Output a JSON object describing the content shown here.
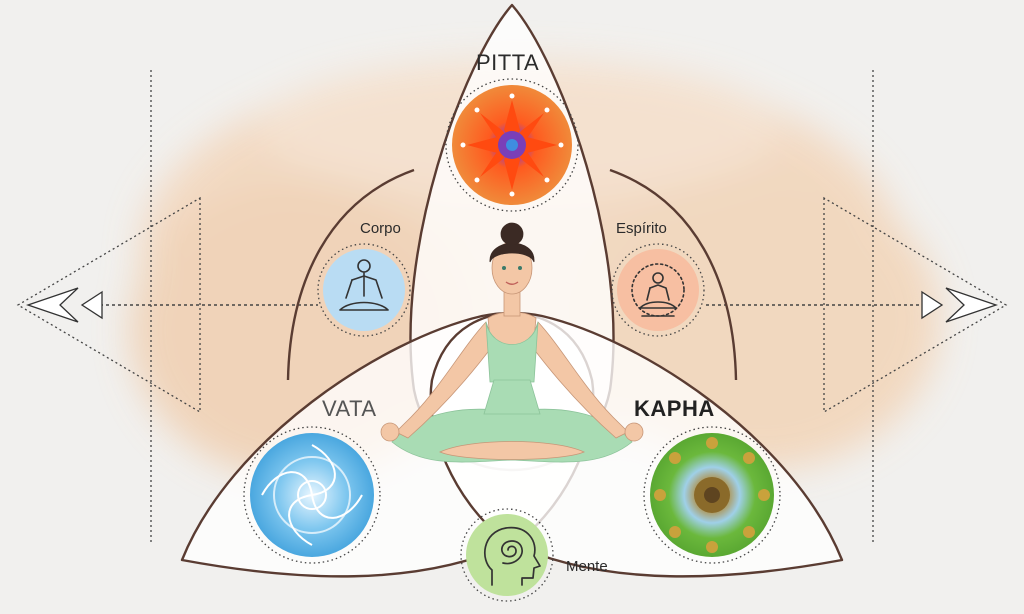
{
  "doshas": {
    "pitta": {
      "label": "PITTA",
      "color": "#ee7a2e"
    },
    "vata": {
      "label": "VATA",
      "color": "#5eb6e6"
    },
    "kapha": {
      "label": "KAPHA",
      "color": "#7cc24c"
    }
  },
  "aspects": {
    "body": {
      "label": "Corpo",
      "icon": "meditation-figure-icon",
      "color": "#b9dcf3"
    },
    "spirit": {
      "label": "Espírito",
      "icon": "aura-figure-icon",
      "color": "#f7bfa2"
    },
    "mind": {
      "label": "Mente",
      "icon": "head-spiral-icon",
      "color": "#bfe29c"
    }
  },
  "colors": {
    "outline": "#5a3c32",
    "petal": "#ffffff",
    "wash": "#f2d9c2",
    "skin": "#f3c7a6",
    "outfit": "#a9dcb4",
    "hair": "#3b2a24"
  }
}
